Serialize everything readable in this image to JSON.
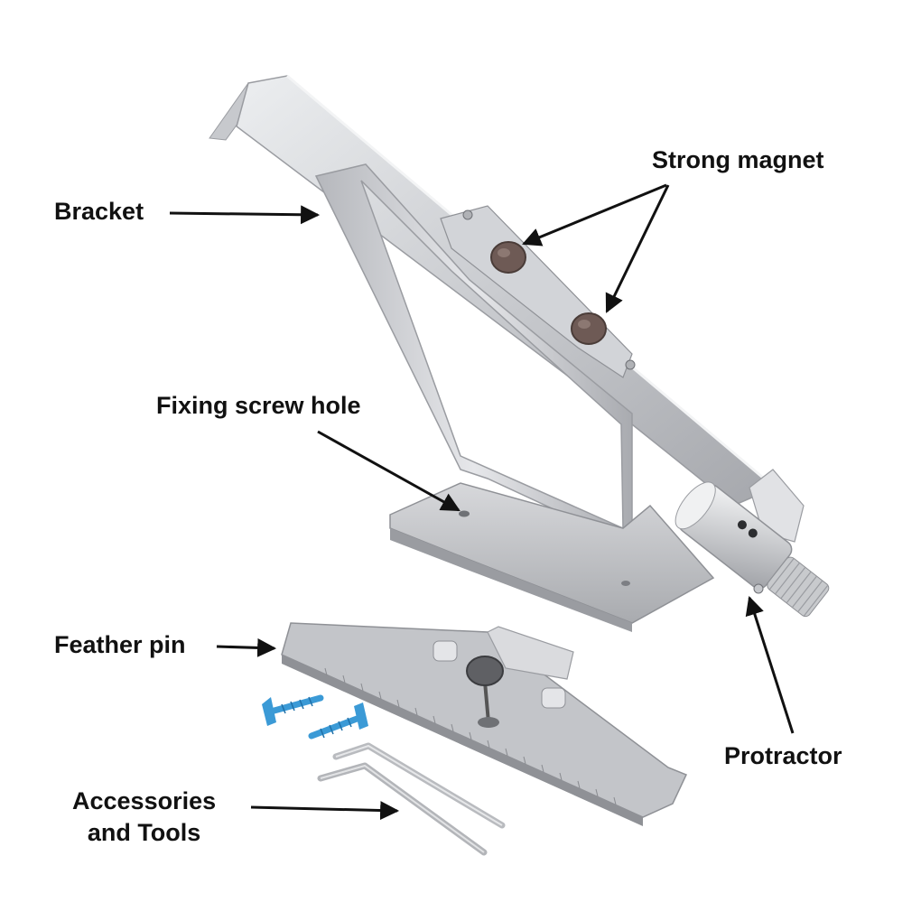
{
  "labels": {
    "strong_magnet": "Strong magnet",
    "bracket": "Bracket",
    "fixing_screw_hole": "Fixing screw hole",
    "feather_pin": "Feather pin",
    "protractor": "Protractor",
    "accessories_line1": "Accessories",
    "accessories_line2": "and Tools"
  },
  "colors": {
    "metal_light": "#dcdde0",
    "metal_mid": "#b8babe",
    "metal_dark": "#8e9095",
    "magnet": "#6e5a55",
    "screw": "#3b9ad6",
    "arrow": "#111111",
    "label_text": "#111111"
  }
}
